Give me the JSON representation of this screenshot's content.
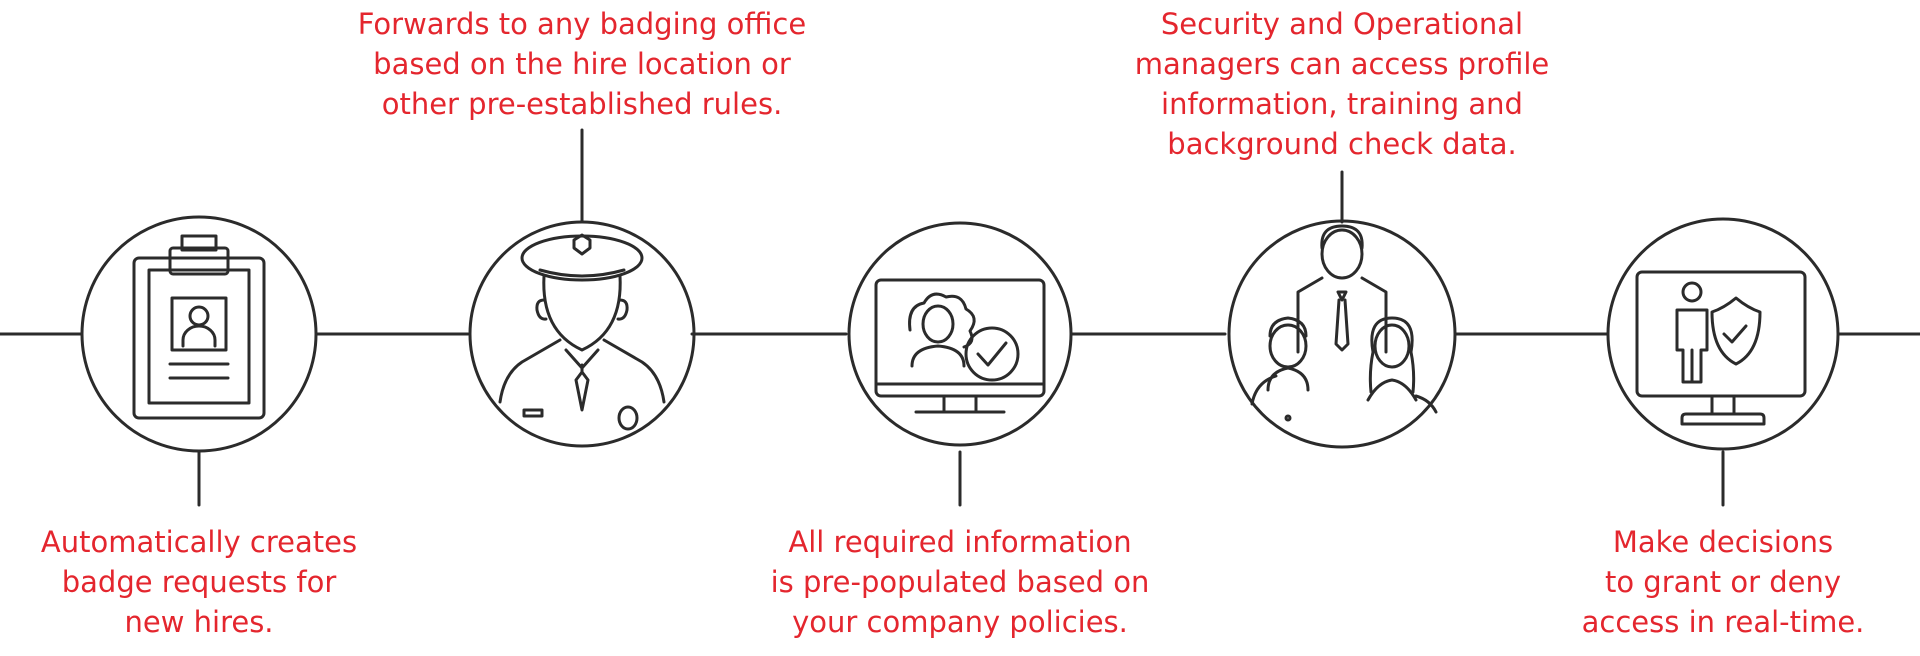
{
  "steps": [
    {
      "icon": "clipboard-id-badge-icon",
      "caption": [
        "Automatically creates",
        "badge requests for",
        "new hires."
      ]
    },
    {
      "icon": "security-officer-icon",
      "caption": [
        "Forwards to any badging office",
        "based on the hire location or",
        "other pre-established rules."
      ]
    },
    {
      "icon": "monitor-profile-check-icon",
      "caption": [
        "All required information",
        "is pre-populated based on",
        "your company policies."
      ]
    },
    {
      "icon": "managers-group-icon",
      "caption": [
        "Security and Operational",
        "managers can access profile",
        "information, training and",
        "background check data."
      ]
    },
    {
      "icon": "monitor-access-shield-icon",
      "caption": [
        "Make decisions",
        "to grant or deny",
        "access in real-time."
      ]
    }
  ],
  "colors": {
    "caption": "#e4262e",
    "stroke": "#2b2b2b"
  }
}
